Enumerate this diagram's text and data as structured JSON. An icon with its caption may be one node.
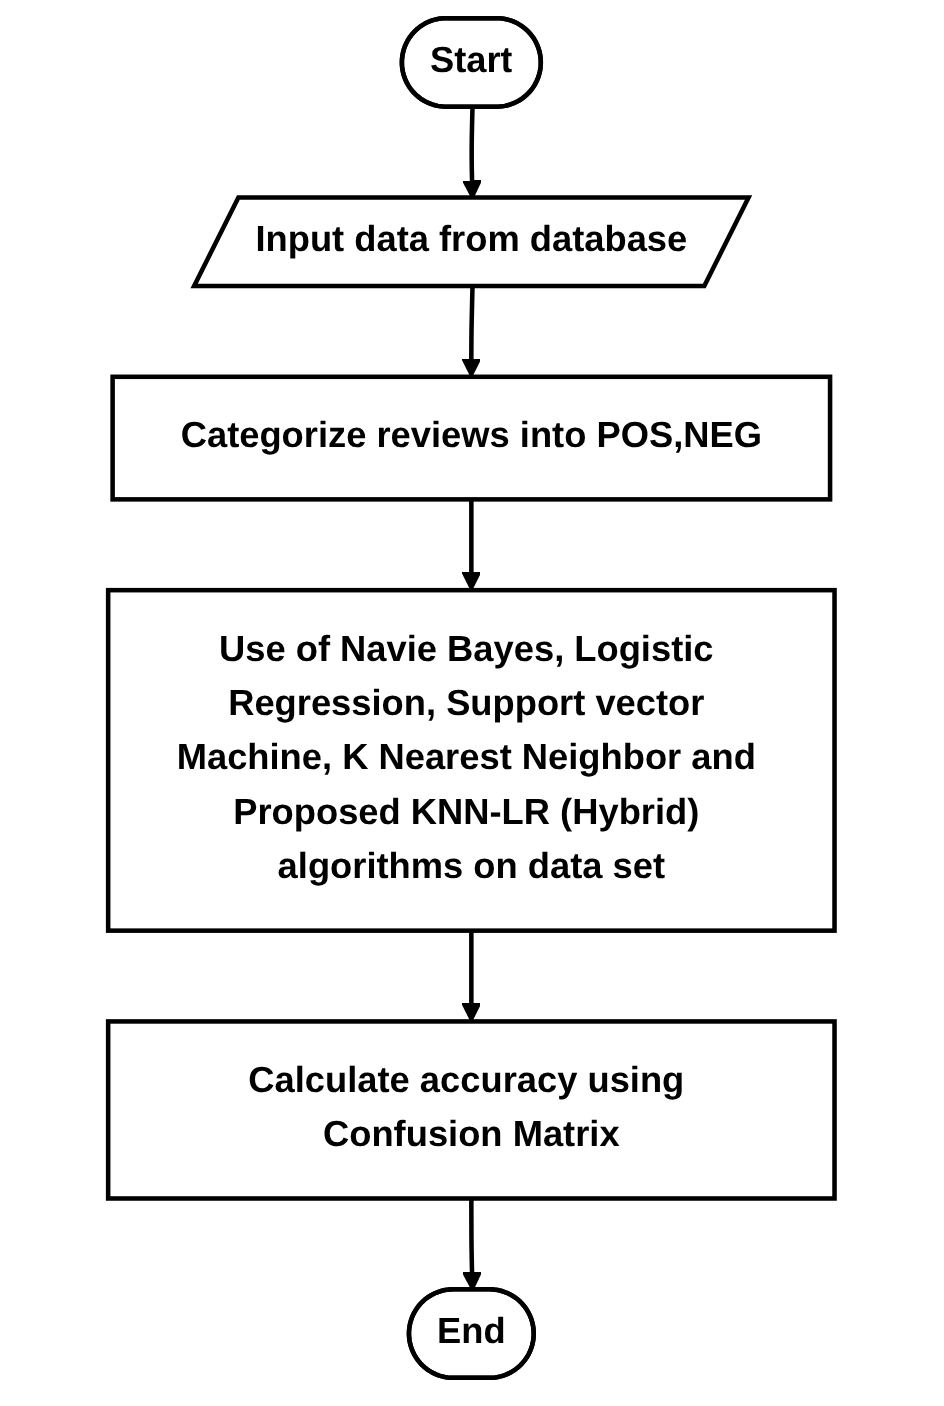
{
  "diagram": {
    "nodes": [
      {
        "text": [
          "Start"
        ]
      },
      {
        "text": [
          "Input data from database"
        ]
      },
      {
        "text": [
          "Categorize reviews into POS,NEG"
        ]
      },
      {
        "text": [
          "Use of Navie Bayes, Logistic Regression, Support vector Machine, K Nearest Neighbor and Proposed KNN-LR (Hybrid) algorithms on data set"
        ]
      },
      {
        "text": [
          "Calculate accuracy using Confusion Matrix"
        ]
      },
      {
        "text": [
          "End"
        ]
      }
    ],
    "edges": [
      {
        "from": 0,
        "to": 1,
        "arrow": "to"
      },
      {
        "from": 1,
        "to": 2,
        "arrow": "to"
      },
      {
        "from": 2,
        "to": 3,
        "arrow": "to"
      },
      {
        "from": 3,
        "to": 4,
        "arrow": "to"
      },
      {
        "from": 4,
        "to": 5,
        "arrow": "to"
      }
    ]
  }
}
